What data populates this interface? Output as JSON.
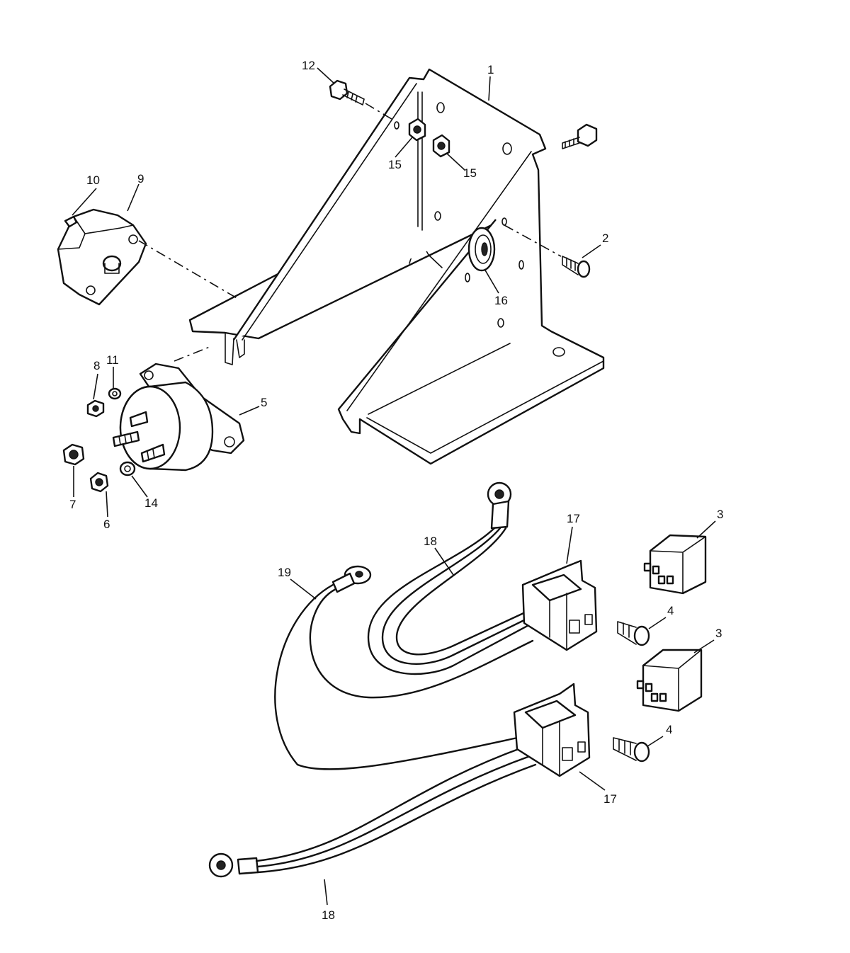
{
  "diagram": {
    "callouts": {
      "c1": "1",
      "c2": "2",
      "c3a": "3",
      "c3b": "3",
      "c4a": "4",
      "c4b": "4",
      "c5": "5",
      "c6": "6",
      "c7": "7",
      "c8": "8",
      "c9": "9",
      "c10": "10",
      "c11": "11",
      "c12": "12",
      "c14": "14",
      "c15a": "15",
      "c15b": "15",
      "c16": "16",
      "c17a": "17",
      "c17b": "17",
      "c18a": "18",
      "c18b": "18",
      "c19": "19"
    }
  }
}
